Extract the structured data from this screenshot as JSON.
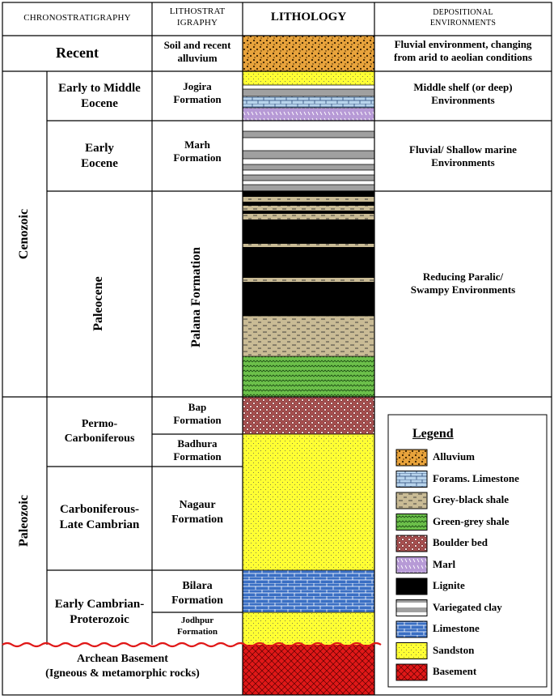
{
  "headers": {
    "chrono": "CHRONOSTRATIGRAPHY",
    "litho_line1": "LITHOSTRAT",
    "litho_line2": "IGRAPHY",
    "lithology": "LITHOLOGY",
    "dep_line1": "DEPOSITIONAL",
    "dep_line2": "ENVIRONMENTS"
  },
  "eras": {
    "cenozoic": "Cenozoic",
    "paleozoic": "Paleozoic"
  },
  "periods": {
    "recent": "Recent",
    "early_mid_eocene_1": "Early to Middle",
    "early_mid_eocene_2": "Eocene",
    "early_eocene_1": "Early",
    "early_eocene_2": "Eocene",
    "paleocene": "Paleocene",
    "permo_1": "Permo-",
    "permo_2": "Carboniferous",
    "carb_1": "Carboniferous-",
    "carb_2": "Late Cambrian",
    "ecamb_1": "Early Cambrian-",
    "ecamb_2": "Proterozoic",
    "archean_1": "Archean Basement",
    "archean_2": "(Igneous & metamorphic rocks)"
  },
  "formations": {
    "soil_1": "Soil and recent",
    "soil_2": "alluvium",
    "jogira_1": "Jogira",
    "jogira_2": "Formation",
    "marh_1": "Marh",
    "marh_2": "Formation",
    "palana": "Palana Formation",
    "bap_1": "Bap",
    "bap_2": "Formation",
    "badhura_1": "Badhura",
    "badhura_2": "Formation",
    "nagaur_1": "Nagaur",
    "nagaur_2": "Formation",
    "bilara_1": "Bilara",
    "bilara_2": "Formation",
    "jodhpur_1": "Jodhpur",
    "jodhpur_2": "Formation"
  },
  "environments": {
    "recent_1": "Fluvial environment, changing",
    "recent_2": "from arid to aeolian conditions",
    "jogira_1": "Middle shelf (or deep)",
    "jogira_2": "Environments",
    "marh_1": "Fluvial/ Shallow marine",
    "marh_2": "Environments",
    "palana_1": "Reducing Paralic/",
    "palana_2": "Swampy Environments"
  },
  "legend": {
    "title": "Legend",
    "items": [
      {
        "label": "Alluvium",
        "pattern": "alluvium"
      },
      {
        "label": "Forams. Limestone",
        "pattern": "forams"
      },
      {
        "label": "Grey-black shale",
        "pattern": "greyshale"
      },
      {
        "label": "Green-grey shale",
        "pattern": "greenshale"
      },
      {
        "label": "Boulder bed",
        "pattern": "boulder"
      },
      {
        "label": "Marl",
        "pattern": "marl"
      },
      {
        "label": "Lignite",
        "pattern": "lignite"
      },
      {
        "label": "Variegated clay",
        "pattern": "clay"
      },
      {
        "label": "Limestone",
        "pattern": "limestone"
      },
      {
        "label": "Sandston",
        "pattern": "sandstone"
      },
      {
        "label": "Basement",
        "pattern": "basement"
      }
    ]
  },
  "colors": {
    "alluvium": "#e8a33c",
    "sandstone": "#ffff33",
    "limestone": "#3a6fc4",
    "forams": "#b8d4ec",
    "greyshale": "#c9bb95",
    "greenshale": "#6cc04a",
    "boulder": "#a85050",
    "marl": "#b79ad6",
    "lignite": "#000000",
    "clay_grey": "#a0a0a0",
    "basement": "#e01818"
  }
}
